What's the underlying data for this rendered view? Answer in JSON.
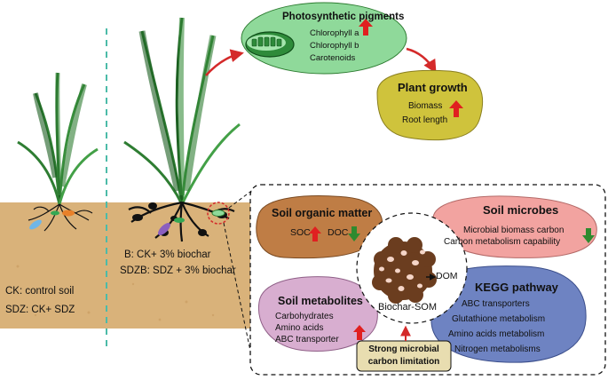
{
  "left_panel": {
    "ck_label": "CK: control soil",
    "sdz_label": "SDZ: CK+ SDZ"
  },
  "right_panel": {
    "b_label": "B: CK+ 3% biochar",
    "sdzb_label": "SDZB: SDZ + 3% biochar"
  },
  "photosynthetic": {
    "title": "Photosynthetic pigments",
    "items": [
      "Chlorophyll a",
      "Chlorophyll b",
      "Carotenoids"
    ],
    "trend": "up"
  },
  "plant_growth": {
    "title": "Plant growth",
    "items": [
      "Biomass",
      "Root length"
    ],
    "trend": "up"
  },
  "soil_organic_matter": {
    "title": "Soil organic matter",
    "soc": "SOC",
    "doc": "DOC",
    "soc_trend": "up",
    "doc_trend": "down"
  },
  "soil_microbes": {
    "title": "Soil microbes",
    "items": [
      "Microbial biomass carbon",
      "Carbon metabolism capability"
    ],
    "trend": "down"
  },
  "soil_metabolites": {
    "title": "Soil metabolites",
    "items": [
      "Carbohydrates",
      "Amino acids",
      "ABC transporter"
    ],
    "trend": "up"
  },
  "kegg": {
    "title": "KEGG pathway",
    "items": [
      "ABC transporters",
      "Glutathione metabolism",
      "Amino acids metabolism",
      "Nitrogen  metabolisms"
    ]
  },
  "center": {
    "biochar_label": "Biochar-SOM",
    "dom_label": "DOM"
  },
  "limitation": {
    "line1": "Strong microbial",
    "line2": "carbon limitation"
  },
  "colors": {
    "soil": "#d9b27a",
    "photosynthetic": "#8fd99a",
    "plant_growth": "#cfc33c",
    "soil_organic_matter": "#bf7d45",
    "soil_microbes": "#f2a3a0",
    "soil_metabolites": "#d8aed0",
    "kegg": "#6e83c2",
    "limitation": "#e8ddb0",
    "arrow_up": "#e02020",
    "arrow_down": "#2f8a2f",
    "divider": "#4cbba8"
  }
}
